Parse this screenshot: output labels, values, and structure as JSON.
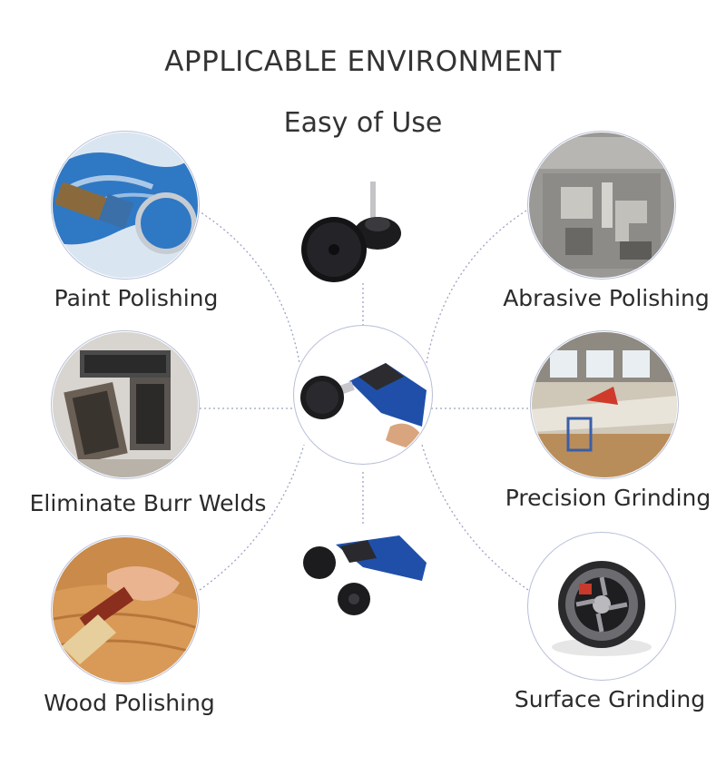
{
  "header": {
    "title": "APPLICABLE ENVIRONMENT",
    "subtitle": "Easy of Use"
  },
  "applications": [
    {
      "label": "Paint Polishing"
    },
    {
      "label": "Eliminate Burr Welds"
    },
    {
      "label": "Wood Polishing"
    },
    {
      "label": "Abrasive Polishing"
    },
    {
      "label": "Precision Grinding"
    },
    {
      "label": "Surface Grinding"
    }
  ],
  "colors": {
    "connector": "#9aa3c4",
    "paint_blue": "#2f78c4",
    "tool_blue": "#1f4fa8",
    "disc_black": "#1c1c1e"
  }
}
